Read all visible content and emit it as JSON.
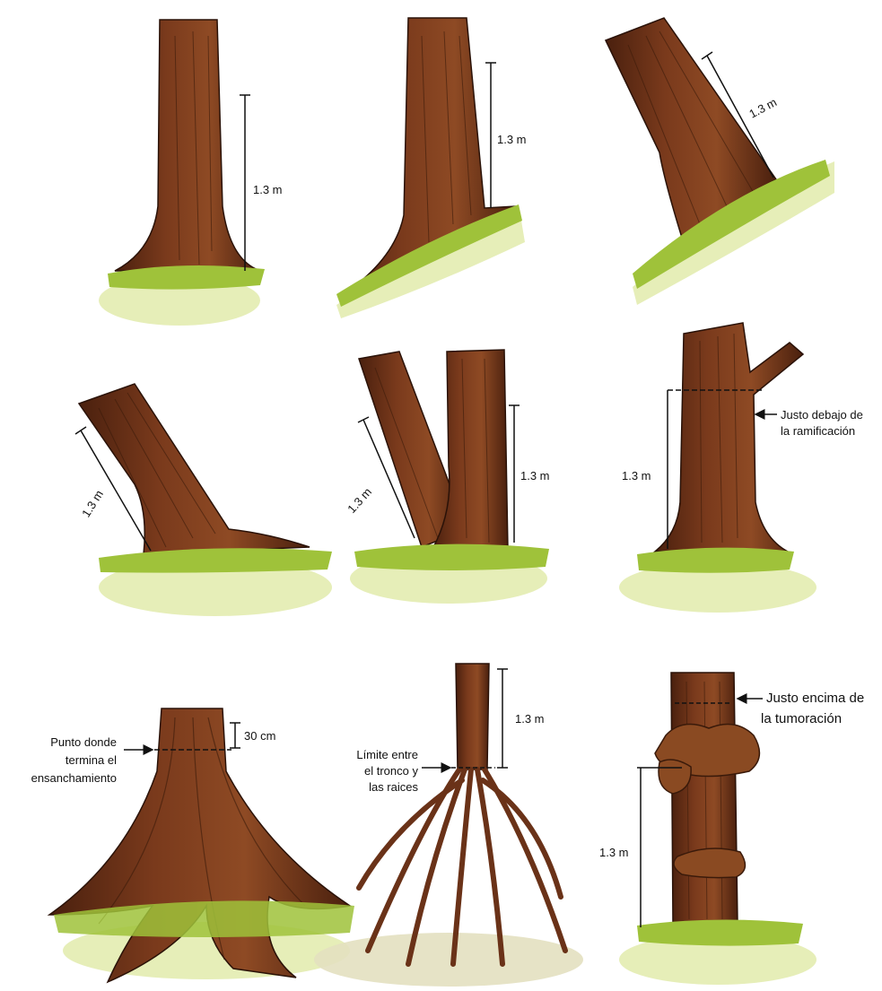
{
  "colors": {
    "bark_dark": "#5a2a14",
    "bark": "#7a3a1c",
    "bark_light": "#9a5a2e",
    "grass": "#9fc23a",
    "grass_dark": "#5f8a1e",
    "ground": "#dfe9a6",
    "tumor": "#8a4a22",
    "line": "#111111"
  },
  "panels": [
    {
      "id": "straight-flat",
      "measure_label": "1.3 m"
    },
    {
      "id": "straight-slope",
      "measure_label": "1.3 m"
    },
    {
      "id": "leaning-slope",
      "measure_label": "1.3 m"
    },
    {
      "id": "leaning-flat",
      "measure_label": "1.3 m"
    },
    {
      "id": "forked",
      "measure_label_left": "1.3 m",
      "measure_label_right": "1.3 m"
    },
    {
      "id": "branch",
      "measure_label": "1.3 m",
      "note_line1": "Justo debajo de",
      "note_line2": "la ramificación"
    },
    {
      "id": "buttress",
      "measure_label": "30 cm",
      "note_line1": "Punto donde",
      "note_line2": "termina el",
      "note_line3": "ensanchamiento"
    },
    {
      "id": "stilt-roots",
      "measure_label": "1.3 m",
      "note_line1": "Límite entre",
      "note_line2": "el tronco y",
      "note_line3": "las raices"
    },
    {
      "id": "tumor",
      "measure_label": "1.3 m",
      "note_line1": "Justo encima de",
      "note_line2": "la tumoración"
    }
  ]
}
